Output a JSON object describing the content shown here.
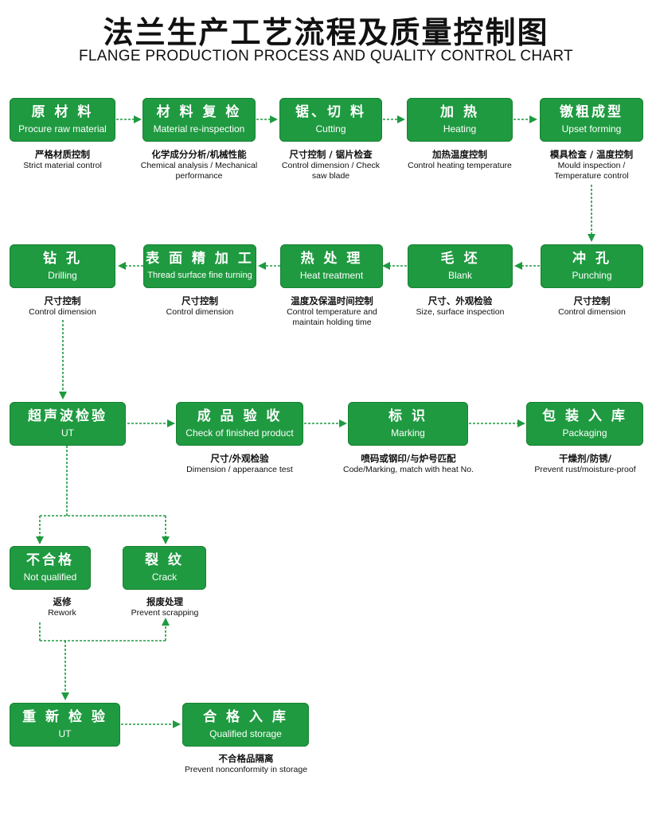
{
  "title": {
    "zh": "法兰生产工艺流程及质量控制图",
    "en": "FLANGE PRODUCTION PROCESS AND QUALITY CONTROL CHART"
  },
  "colors": {
    "box": "#1f9a40",
    "arrow": "#1f9a40"
  },
  "steps": [
    {
      "id": "raw-material",
      "zh": "原 材 料",
      "en": "Procure raw material",
      "note_zh": "严格材质控制",
      "note_en": "Strict material control"
    },
    {
      "id": "material-reinspection",
      "zh": "材 料 复 检",
      "en": "Material re-inspection",
      "note_zh": "化学成分分析/机械性能",
      "note_en": "Chemical analysis / Mechanical performance"
    },
    {
      "id": "cutting",
      "zh": "锯、切 料",
      "en": "Cutting",
      "note_zh": "尺寸控制 / 锯片检查",
      "note_en": "Control dimension / Check saw blade"
    },
    {
      "id": "heating",
      "zh": "加 热",
      "en": "Heating",
      "note_zh": "加热温度控制",
      "note_en": "Control heating temperature"
    },
    {
      "id": "upset-forming",
      "zh": "镦粗成型",
      "en": "Upset forming",
      "note_zh": "模具检查 / 温度控制",
      "note_en": "Mould inspection / Temperature control"
    },
    {
      "id": "punching",
      "zh": "冲 孔",
      "en": "Punching",
      "note_zh": "尺寸控制",
      "note_en": "Control dimension"
    },
    {
      "id": "blank",
      "zh": "毛 坯",
      "en": "Blank",
      "note_zh": "尺寸、外观检验",
      "note_en": "Size, surface inspection"
    },
    {
      "id": "heat-treatment",
      "zh": "热 处 理",
      "en": "Heat treatment",
      "note_zh": "温度及保温时间控制",
      "note_en": "Control temperature and maintain holding time"
    },
    {
      "id": "surface-turning",
      "zh": "表 面 精 加 工",
      "en": "Thread surface fine turning",
      "note_zh": "尺寸控制",
      "note_en": "Control dimension"
    },
    {
      "id": "drilling",
      "zh": "钻 孔",
      "en": "Drilling",
      "note_zh": "尺寸控制",
      "note_en": "Control dimension"
    },
    {
      "id": "ut",
      "zh": "超声波检验",
      "en": "UT",
      "note_zh": "",
      "note_en": ""
    },
    {
      "id": "finished-check",
      "zh": "成 品 验 收",
      "en": "Check of finished product",
      "note_zh": "尺寸/外观检验",
      "note_en": "Dimension / apperaance test"
    },
    {
      "id": "marking",
      "zh": "标 识",
      "en": "Marking",
      "note_zh": "喷码或钢印/与炉号匹配",
      "note_en": "Code/Marking, match with heat No."
    },
    {
      "id": "packaging",
      "zh": "包 装 入 库",
      "en": "Packaging",
      "note_zh": "干燥剂/防锈/",
      "note_en": "Prevent rust/moisture-proof"
    },
    {
      "id": "not-qualified",
      "zh": "不合格",
      "en": "Not qualified",
      "note_zh": "返修",
      "note_en": "Rework"
    },
    {
      "id": "crack",
      "zh": "裂 纹",
      "en": "Crack",
      "note_zh": "报废处理",
      "note_en": "Prevent scrapping"
    },
    {
      "id": "re-ut",
      "zh": "重 新 检 验",
      "en": "UT",
      "note_zh": "",
      "note_en": ""
    },
    {
      "id": "qualified-storage",
      "zh": "合 格 入 库",
      "en": "Qualified storage",
      "note_zh": "不合格品隔离",
      "note_en": "Prevent nonconformity in storage"
    }
  ]
}
